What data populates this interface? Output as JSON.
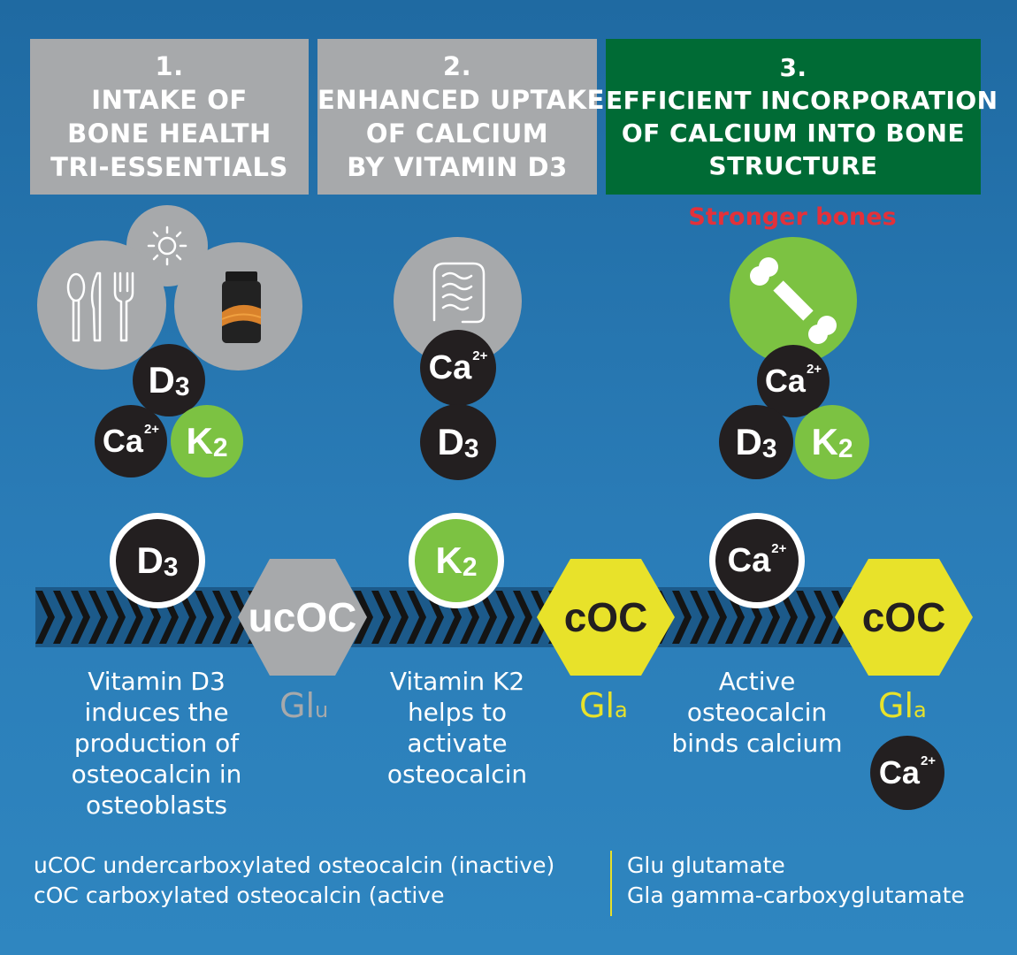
{
  "steps": [
    {
      "lines": [
        "1.",
        "INTAKE OF",
        "BONE HEALTH",
        "TRI-ESSENTIALS"
      ],
      "color": "#a7a9ab"
    },
    {
      "lines": [
        "2.",
        "ENHANCED UPTAKE",
        "OF CALCIUM",
        "BY VITAMIN D3"
      ],
      "color": "#a7a9ab"
    },
    {
      "lines": [
        "3.",
        "EFFICIENT INCORPORATION",
        "OF CALCIUM INTO BONE",
        "STRUCTURE"
      ],
      "color": "#006b35"
    }
  ],
  "stronger_bones": "Stronger bones",
  "nutrients": {
    "d": "D",
    "d_sub": "3",
    "k": "K",
    "k_sub": "2",
    "ca": "Ca",
    "ca_sup": "2+"
  },
  "icons": [
    "sun-icon",
    "cutlery-icon",
    "supplement-bottle-icon",
    "intestine-icon",
    "bone-icon"
  ],
  "hexagons": {
    "ucoc": "ucOC",
    "coc": "cOC"
  },
  "gl_labels": {
    "glu_main": "Gl",
    "glu_sub": "u",
    "gla_main": "Gl",
    "gla_sub": "a"
  },
  "descriptions": {
    "d3": [
      "Vitamin D3",
      "induces the",
      "production of",
      "osteocalcin in",
      "osteoblasts"
    ],
    "k2": [
      "Vitamin K2",
      "helps to",
      "activate",
      "osteocalcin"
    ],
    "ca": [
      "Active",
      "osteocalcin",
      "binds calcium"
    ]
  },
  "legend": {
    "left": [
      "uCOC undercarboxylated osteocalcin (inactive)",
      "cOC carboxylated osteocalcin (active"
    ],
    "right": [
      "Glu glutamate",
      "Gla gamma-carboxyglutamate"
    ]
  },
  "colors": {
    "background": "#2a7cb7",
    "grey": "#a7a9ab",
    "dark_green": "#006b35",
    "green": "#7cc242",
    "dark": "#231f20",
    "yellow": "#e8e22a",
    "red": "#e3313a"
  }
}
